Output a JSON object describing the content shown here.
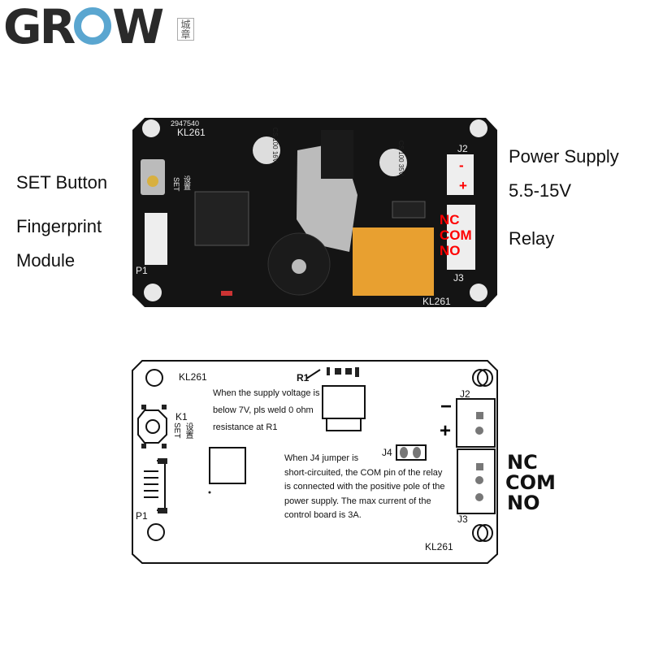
{
  "logo": {
    "brand": "GROW",
    "brand_prefix": "GR",
    "brand_suffix": "W",
    "chinese": "城章"
  },
  "photo": {
    "callouts": {
      "set_button": "SET Button",
      "fingerprint_module_1": "Fingerprint",
      "fingerprint_module_2": "Module",
      "power_supply_1": "Power Supply",
      "power_supply_2": "5.5-15V",
      "relay": "Relay"
    },
    "pcb_labels": {
      "serial": "2947540",
      "model_top": "KL261",
      "model_bottom": "KL261",
      "j2": "J2",
      "j3": "J3",
      "p1": "P1",
      "set": "SET",
      "set_cn": "设置"
    },
    "power_pins": {
      "minus": "-",
      "plus": "+"
    },
    "relay_pins": {
      "nc": "NC",
      "com": "COM",
      "no": "NO"
    },
    "capacitors": {
      "c1": "CS 100 16V",
      "c2": "CS 100 35V"
    }
  },
  "diagram": {
    "model_top": "KL261",
    "model_bottom": "KL261",
    "r1": "R1",
    "k1": "K1",
    "set": "SET",
    "set_cn": "设置",
    "p1": "P1",
    "j2": "J2",
    "j3": "J3",
    "j4": "J4",
    "minus": "−",
    "plus": "+",
    "note_r1": [
      "When the supply voltage is",
      "below 7V, pls weld 0 ohm",
      "resistance at R1"
    ],
    "note_j4": [
      "When J4 jumper is",
      "short-circuited, the COM pin of the relay",
      "is connected with the positive pole of the",
      "power supply. The max current of the",
      "control board is 3A."
    ],
    "relay_pins": {
      "nc": "NC",
      "com": "COM",
      "no": "NO"
    }
  },
  "colors": {
    "accent_red": "#ff0000",
    "pcb": "#141414",
    "relay": "#e8a030",
    "logo_blue": "#5aa6d0"
  }
}
